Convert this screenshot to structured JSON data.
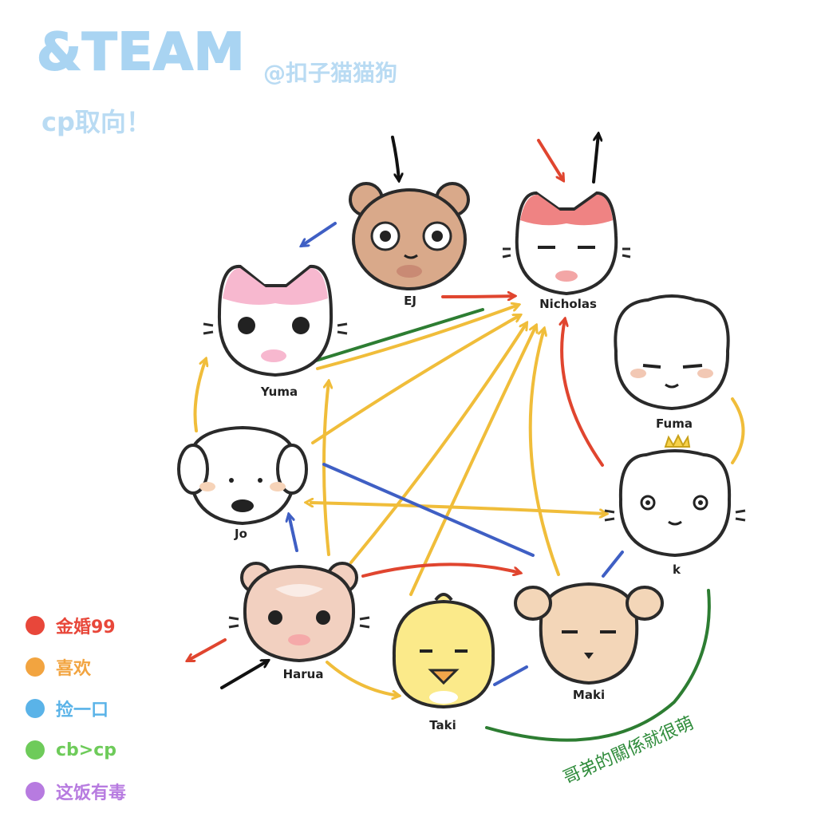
{
  "header": {
    "title": "&TEAM",
    "handle": "@扣子猫猫狗",
    "subtitle": "cp取向！"
  },
  "legend": {
    "items": [
      {
        "label": "金婚99",
        "color": "#e8473a"
      },
      {
        "label": "喜欢",
        "color": "#f2a440"
      },
      {
        "label": "捡一口",
        "color": "#5ab3e8"
      },
      {
        "label": "cb>cp",
        "color": "#6ecb5a"
      },
      {
        "label": "这饭有毒",
        "color": "#b77be0"
      }
    ]
  },
  "edge_colors": {
    "red": "#e0452f",
    "yellow": "#f0bd3a",
    "blue": "#3f5fc4",
    "green": "#2d7d32",
    "black": "#111111"
  },
  "members": {
    "ej": {
      "name": "EJ",
      "icon": "bear-icon"
    },
    "nicholas": {
      "name": "Nicholas",
      "icon": "red-cat-icon"
    },
    "yuma": {
      "name": "Yuma",
      "icon": "pink-cat-icon"
    },
    "fuma": {
      "name": "Fuma",
      "icon": "white-bunny-icon"
    },
    "jo": {
      "name": "Jo",
      "icon": "white-dog-icon"
    },
    "k": {
      "name": "k",
      "icon": "crowned-cat-icon"
    },
    "harua": {
      "name": "Harua",
      "icon": "hamster-icon"
    },
    "taki": {
      "name": "Taki",
      "icon": "chick-icon"
    },
    "maki": {
      "name": "Maki",
      "icon": "puppy-icon"
    }
  },
  "note": {
    "text": "哥弟的關係就很萌"
  }
}
